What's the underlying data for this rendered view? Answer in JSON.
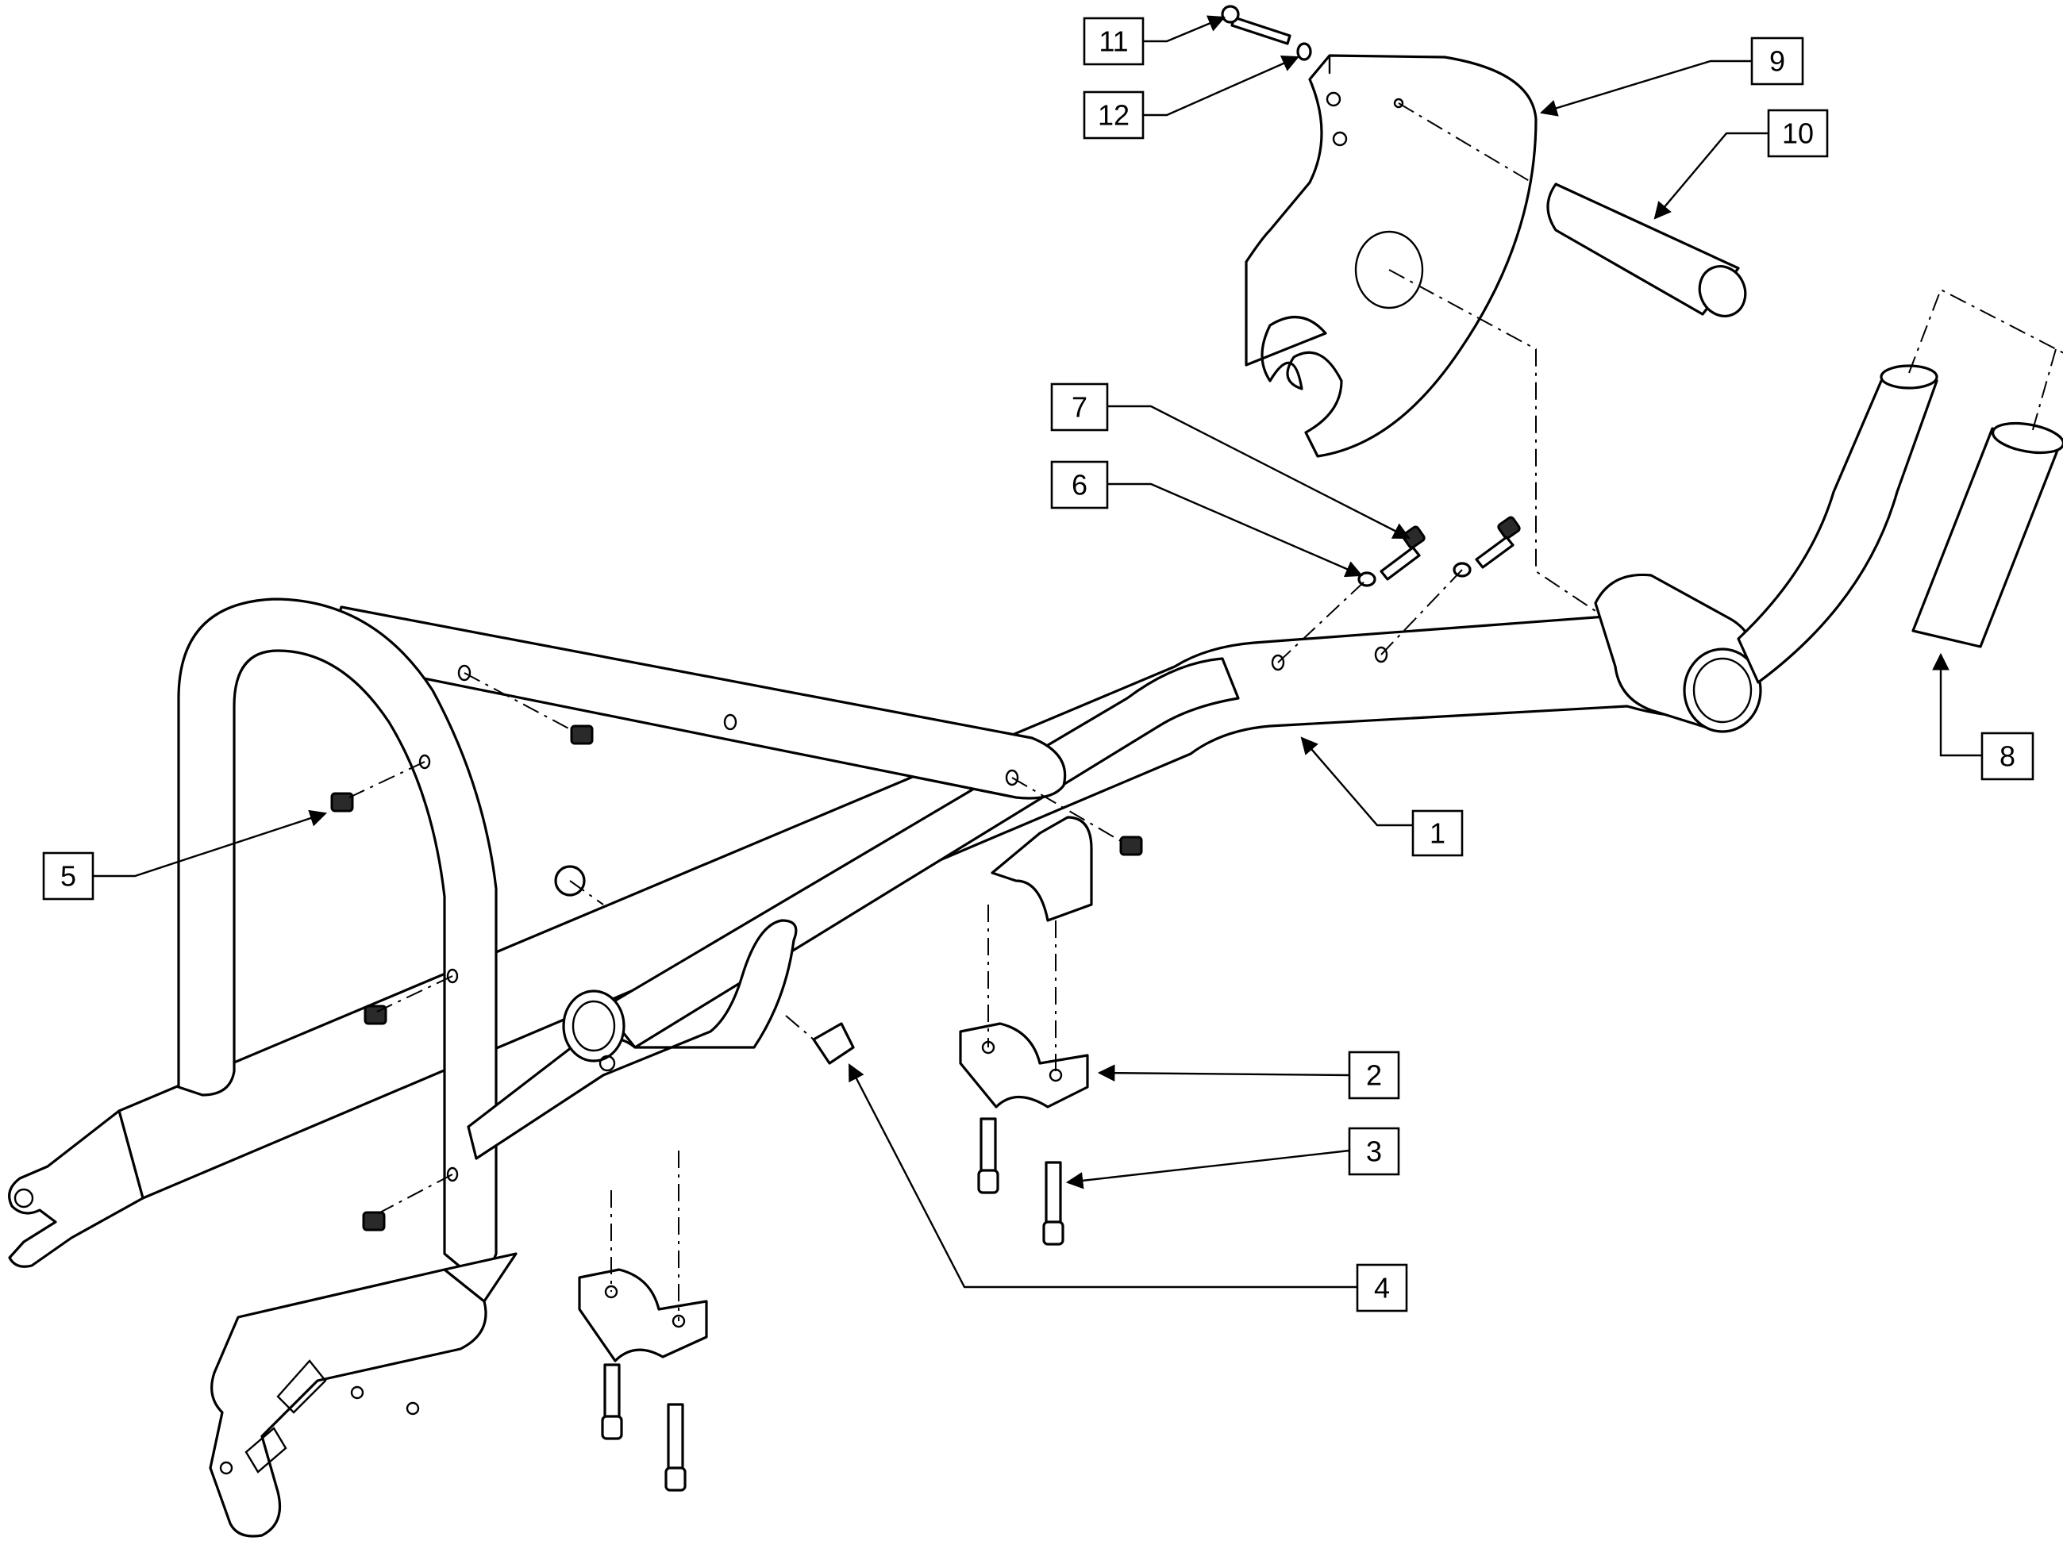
{
  "diagram": {
    "type": "exploded parts diagram",
    "callouts": [
      {
        "id": "1",
        "label": "1"
      },
      {
        "id": "2",
        "label": "2"
      },
      {
        "id": "3",
        "label": "3"
      },
      {
        "id": "4",
        "label": "4"
      },
      {
        "id": "5",
        "label": "5"
      },
      {
        "id": "6",
        "label": "6"
      },
      {
        "id": "7",
        "label": "7"
      },
      {
        "id": "8",
        "label": "8"
      },
      {
        "id": "9",
        "label": "9"
      },
      {
        "id": "10",
        "label": "10"
      },
      {
        "id": "11",
        "label": "11"
      },
      {
        "id": "12",
        "label": "12"
      }
    ]
  }
}
